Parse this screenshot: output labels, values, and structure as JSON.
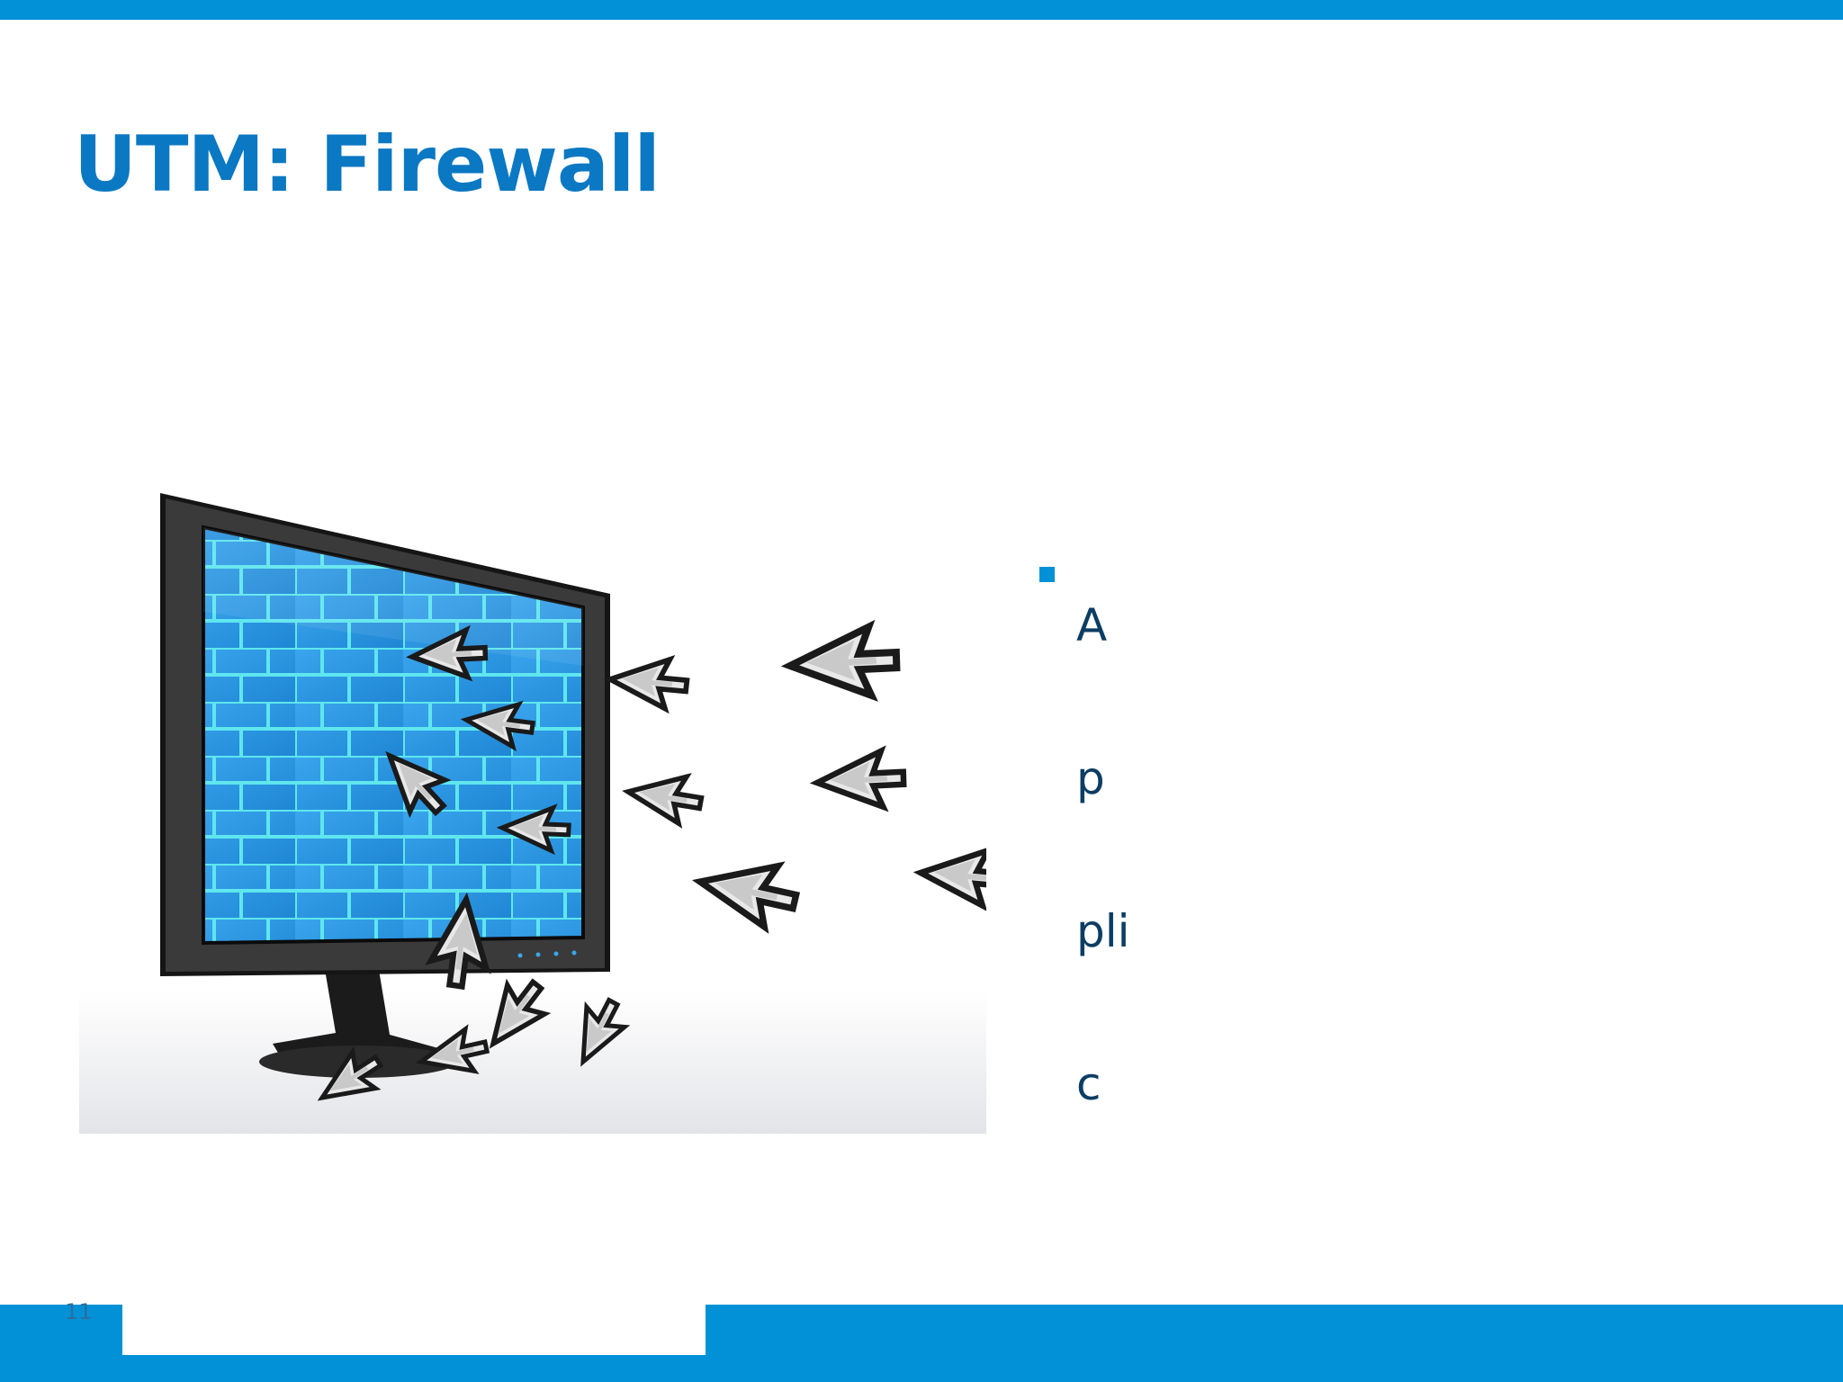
{
  "slide": {
    "title": "UTM: Firewall",
    "bullet_text": "Applic",
    "page_number": "11"
  },
  "colors": {
    "accent": "#0291d6",
    "title": "#0a78c2",
    "body_text": "#0c3d63",
    "brick_fill": "#2b9ae8",
    "brick_mortar": "#5fe6ee"
  },
  "illustration": {
    "subject": "monitor-with-brick-firewall-blocking-cursor-arrows"
  }
}
